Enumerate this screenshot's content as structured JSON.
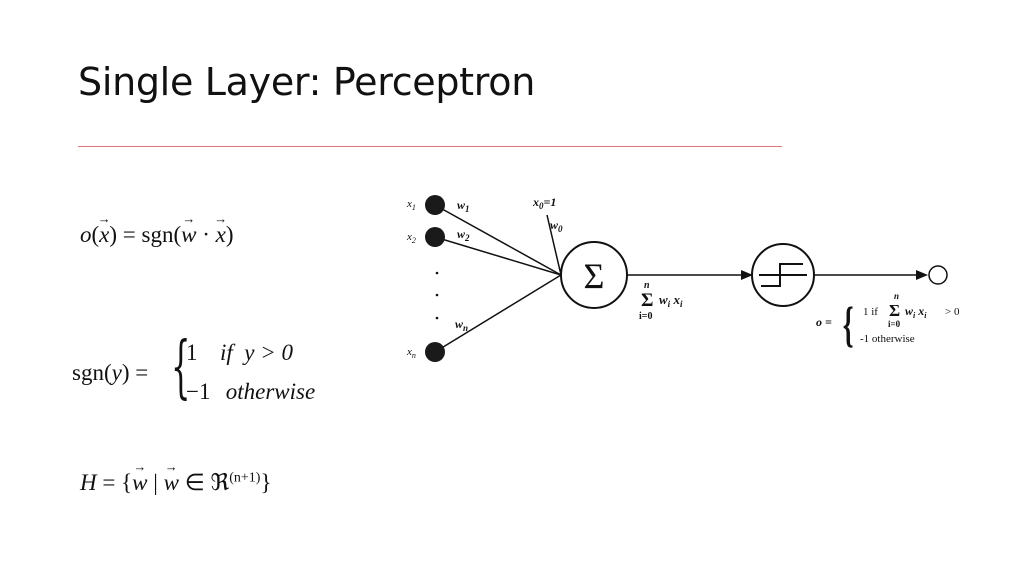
{
  "title": "Single Layer: Perceptron",
  "equations": {
    "output": {
      "func": "o",
      "x": "x",
      "sgn": "sgn",
      "w": "w"
    },
    "sgn": {
      "lhs_func": "sgn",
      "lhs_var": "y",
      "case1_value": "1",
      "case1_cond_if": "if",
      "case1_cond_expr": "y > 0",
      "case2_value": "−1",
      "case2_cond": "otherwise"
    },
    "hypothesis": {
      "H": "H",
      "w": "w",
      "R": "ℜ",
      "exponent": "(n+1)"
    }
  },
  "diagram": {
    "inputs": [
      "x1",
      "x2",
      "xn"
    ],
    "input_labels": {
      "x1": "x",
      "x1_sub": "1",
      "x2": "x",
      "x2_sub": "2",
      "xn": "x",
      "xn_sub": "n"
    },
    "weights": {
      "w1": "w",
      "w1_sub": "1",
      "w2": "w",
      "w2_sub": "2",
      "wn": "w",
      "wn_sub": "n",
      "w0": "w",
      "w0_sub": "0"
    },
    "bias_label": "x",
    "bias_sub": "0",
    "bias_value": "=1",
    "sum_symbol": "Σ",
    "sum_expr": {
      "upper": "n",
      "sigma": "Σ",
      "lower": "i=0",
      "term_w": "w",
      "term_i": "i",
      "term_x": "x"
    },
    "output_rule": {
      "o": "o =",
      "case1": "1 if",
      "case1_upper": "n",
      "case1_lower": "i=0",
      "case1_expr": "> 0",
      "case2": "-1 otherwise"
    }
  }
}
